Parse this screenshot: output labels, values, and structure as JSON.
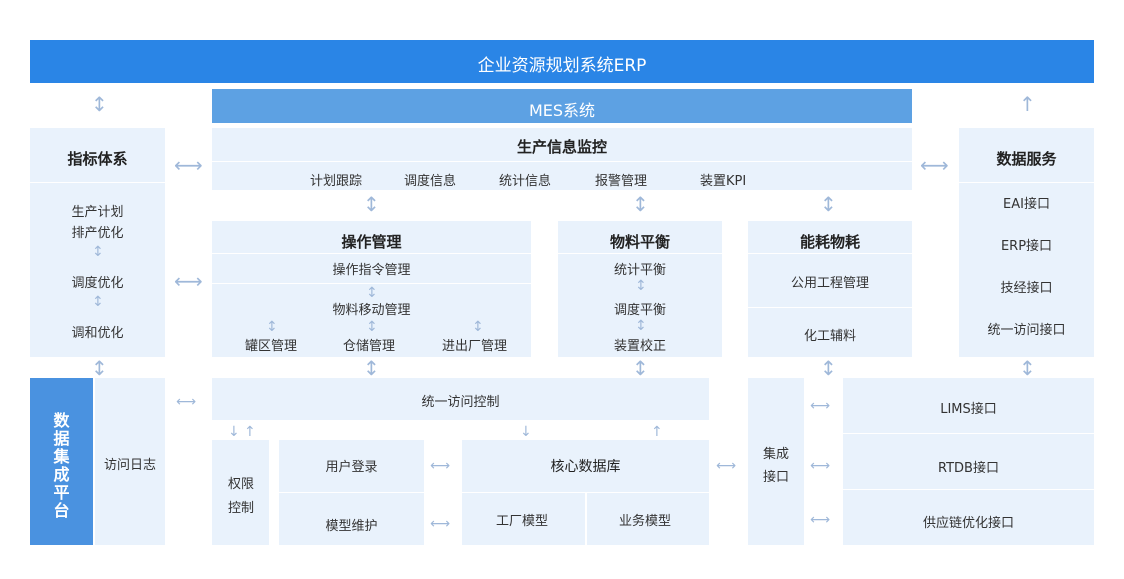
{
  "erp": {
    "title": "企业资源规划系统ERP"
  },
  "mes": {
    "title": "MES系统"
  },
  "indicator": {
    "title": "指标体系",
    "items": [
      "生产计划",
      "排产优化",
      "调度优化",
      "调和优化"
    ]
  },
  "data_service": {
    "title": "数据服务",
    "items": [
      "EAI接口",
      "ERP接口",
      "技经接口",
      "统一访问接口"
    ]
  },
  "monitor": {
    "title": "生产信息监控",
    "items": [
      "计划跟踪",
      "调度信息",
      "统计信息",
      "报警管理",
      "装置KPI"
    ]
  },
  "operation": {
    "title": "操作管理",
    "item1": "操作指令管理",
    "item2": "物料移动管理",
    "subitems": [
      "罐区管理",
      "仓储管理",
      "进出厂管理"
    ]
  },
  "material": {
    "title": "物料平衡",
    "items": [
      "统计平衡",
      "调度平衡",
      "装置校正"
    ]
  },
  "energy": {
    "title": "能耗物耗",
    "items": [
      "公用工程管理",
      "化工辅料"
    ]
  },
  "platform": {
    "title_chars": [
      "数",
      "据",
      "集",
      "成",
      "平",
      "台"
    ],
    "access_log": "访问日志"
  },
  "access_control": "统一访问控制",
  "permission": {
    "line1": "权限",
    "line2": "控制"
  },
  "user_login": "用户登录",
  "model_maint": "模型维护",
  "core_db": {
    "title": "核心数据库",
    "left": "工厂模型",
    "right": "业务模型"
  },
  "integration": {
    "line1": "集成",
    "line2": "接口"
  },
  "interfaces": [
    "LIMS接口",
    "RTDB接口",
    "供应链优化接口"
  ],
  "colors": {
    "erp_bar": "#2a85e6",
    "mes_bar": "#5da1e3",
    "light_block": "#e9f2fc",
    "platform_block": "#4a92e0",
    "arrow": "#9fb8d9"
  }
}
